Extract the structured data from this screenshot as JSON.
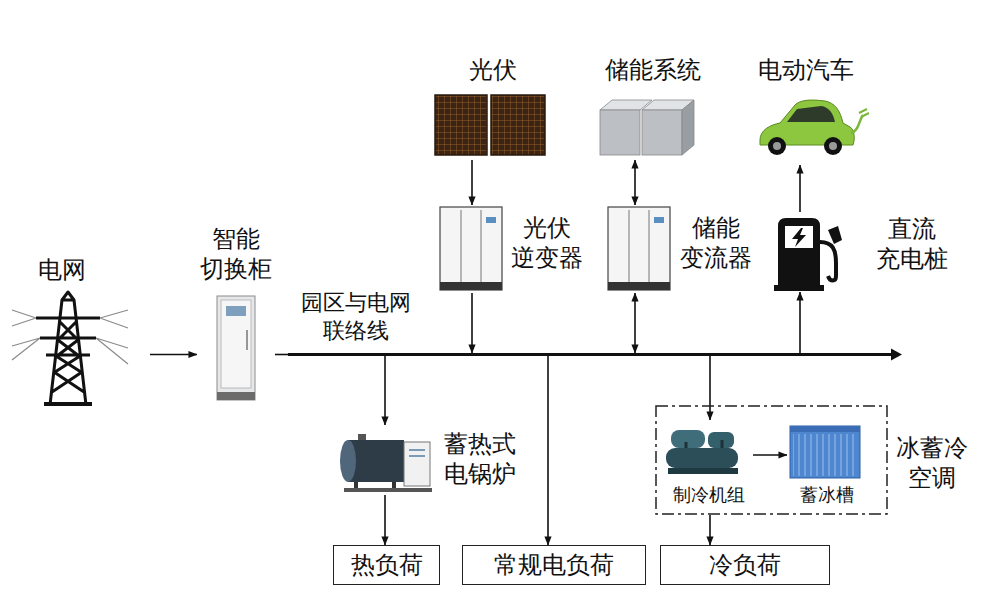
{
  "diagram": {
    "nodes": [
      {
        "text": [
          "电网"
        ]
      },
      {
        "text": [
          "智能 切换柜"
        ]
      },
      {
        "text": [
          "光伏"
        ]
      },
      {
        "text": [
          "储能系统"
        ]
      },
      {
        "text": [
          "电动汽车"
        ]
      },
      {
        "text": [
          "光伏 逆变器"
        ]
      },
      {
        "text": [
          "储能 变流器"
        ]
      },
      {
        "text": [
          "直流 充电桩"
        ]
      },
      {
        "text": [
          "园区与电网 联络线"
        ]
      },
      {
        "text": [
          "蓄热式 电锅炉"
        ]
      },
      {
        "text": [
          "冰蓄冷 空调"
        ]
      },
      {
        "text": [
          "制冷机组"
        ],
        "in": 10
      },
      {
        "text": [
          "蓄冰槽"
        ],
        "in": 10
      },
      {
        "text": [
          "热负荷"
        ]
      },
      {
        "text": [
          "常规电负荷"
        ]
      },
      {
        "text": [
          "冷负荷"
        ]
      }
    ],
    "edges": [
      {
        "from": 0,
        "to": 1,
        "arrow": "to"
      },
      {
        "from": 1,
        "to": 8,
        "arrow": "none"
      },
      {
        "from": 2,
        "to": 5,
        "arrow": "to"
      },
      {
        "from": 3,
        "to": 6,
        "arrow": "both"
      },
      {
        "from": 7,
        "to": 4,
        "arrow": "to"
      },
      {
        "from": 5,
        "to": 8,
        "arrow": "to"
      },
      {
        "from": 6,
        "to": 8,
        "arrow": "both"
      },
      {
        "from": 8,
        "to": 7,
        "arrow": "to"
      },
      {
        "from": 8,
        "to": 9,
        "arrow": "to"
      },
      {
        "from": 8,
        "to": 14,
        "arrow": "to"
      },
      {
        "from": 8,
        "to": 11,
        "arrow": "to"
      },
      {
        "from": 11,
        "to": 12,
        "arrow": "to"
      },
      {
        "from": 9,
        "to": 13,
        "arrow": "to"
      },
      {
        "from": 10,
        "to": 15,
        "arrow": "to"
      }
    ]
  }
}
